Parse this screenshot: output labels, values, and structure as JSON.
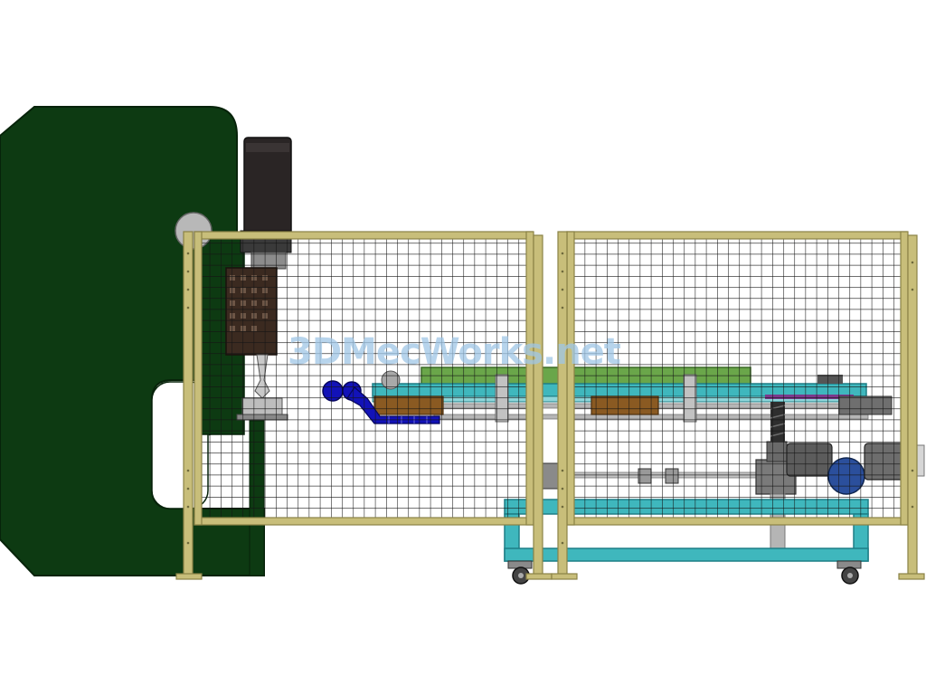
{
  "watermark": "3DMecWorks.net",
  "colors": {
    "press_body": "#0d3a12",
    "press_outline": "#07230a",
    "fence_frame": "#c8be7a",
    "fence_frame_dark": "#8a8246",
    "mesh": "#141414",
    "conveyor_cyan": "#3fb7bd",
    "conveyor_cyan_dark": "#1e7f86",
    "green_plate": "#6aa64a",
    "brown_block": "#8a5a22",
    "blue_gripper": "#1212b8",
    "motor_blue": "#2b4f9c",
    "gray_metal": "#9a9a9a",
    "dark_gray": "#2c2c2c"
  },
  "parts": {
    "press_brake": "press-brake",
    "servo_motor": "servo-motor-icon",
    "fence_panels": 2,
    "casters": 2
  }
}
